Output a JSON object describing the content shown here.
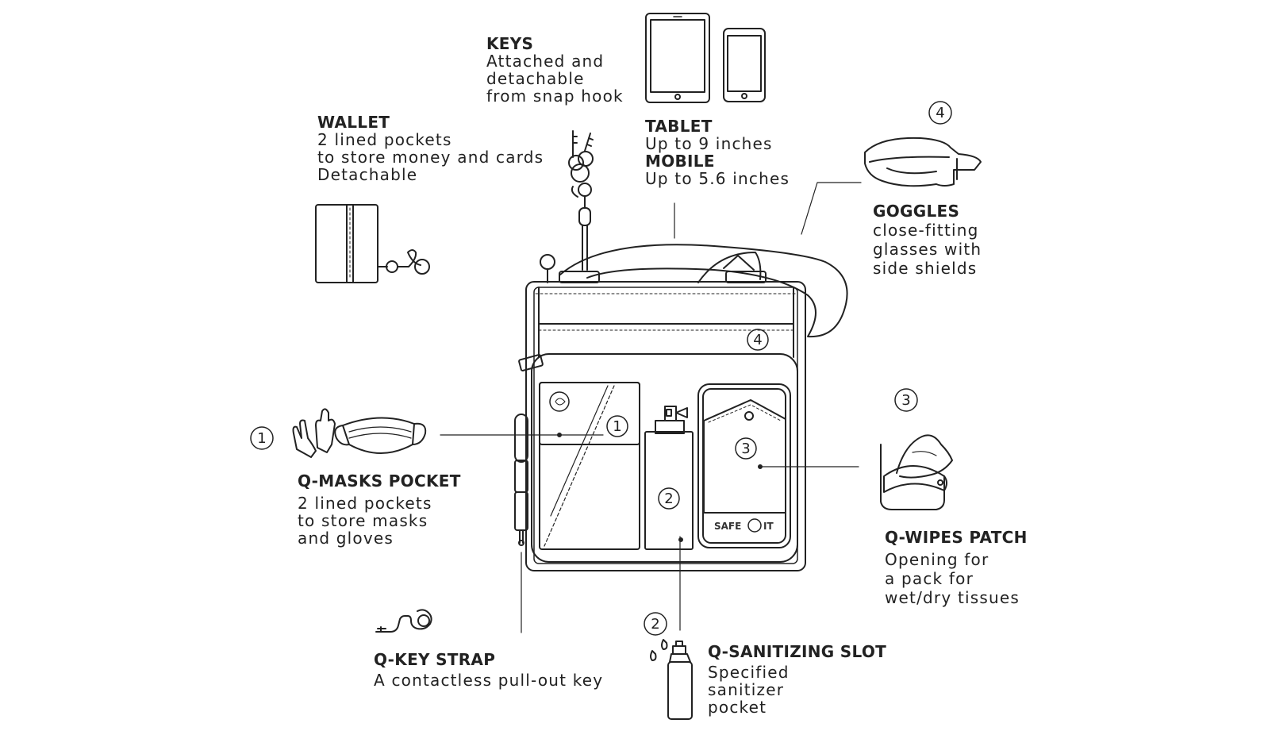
{
  "colors": {
    "ink": "#222222",
    "background": "#ffffff"
  },
  "features": {
    "keys": {
      "title": "KEYS",
      "lines": [
        "Attached and",
        "detachable",
        "from snap hook"
      ]
    },
    "wallet": {
      "title": "WALLET",
      "lines": [
        "2 lined pockets",
        "to store money and cards",
        "Detachable"
      ]
    },
    "tablet": {
      "title": "TABLET",
      "lines": [
        "Up to 9 inches"
      ]
    },
    "mobile": {
      "title": "MOBILE",
      "lines": [
        "Up to 5.6 inches"
      ]
    },
    "goggles": {
      "number": "4",
      "title": "GOGGLES",
      "lines": [
        "close-fitting",
        "glasses with",
        "side shields"
      ]
    },
    "masks": {
      "number": "1",
      "title": "Q-MASKS POCKET",
      "lines": [
        "2 lined pockets",
        "to store masks",
        "and gloves"
      ]
    },
    "wipes": {
      "number": "3",
      "title": "Q-WIPES PATCH",
      "lines": [
        "Opening for",
        "a pack for",
        "wet/dry tissues"
      ]
    },
    "keystrap": {
      "title": "Q-KEY STRAP",
      "lines": [
        "A contactless pull-out key"
      ]
    },
    "sanitizer": {
      "number": "2",
      "title": "Q-SANITIZING SLOT",
      "lines": [
        "Specified",
        "sanitizer",
        "pocket"
      ]
    }
  },
  "bag": {
    "brand": "SAFE",
    "brand_suffix": "IT",
    "markers": [
      "1",
      "2",
      "3",
      "4"
    ]
  }
}
